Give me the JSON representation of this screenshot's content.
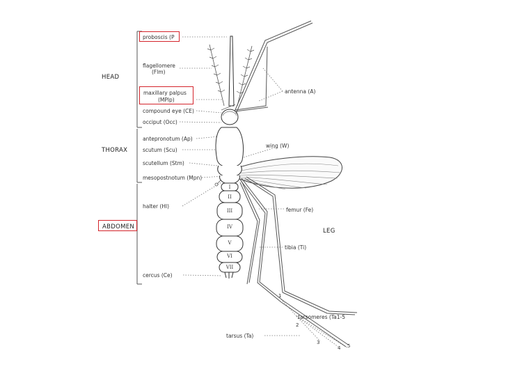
{
  "regions": {
    "head": "HEAD",
    "thorax": "THORAX",
    "abdomen": "ABDOMEN",
    "leg": "LEG"
  },
  "labels": {
    "proboscis": "proboscis (P",
    "flagellomere": "flagellomere",
    "flagellomere_abbr": "(Flm)",
    "maxillary_palpus": "maxillary palpus",
    "maxillary_palpus_abbr": "(MPlp)",
    "compound_eye": "compound eye (CE)",
    "occiput": "occiput (Occ)",
    "antepronotum": "antepronotum (Ap)",
    "scutum": "scutum (Scu)",
    "scutellum": "scutellum (Stm)",
    "mesopostnotum": "mesopostnotum (Mpn)",
    "halter": "halter (Hl)",
    "cercus": "cercus (Ce)",
    "antenna": "antenna (A)",
    "wing": "wing (W)",
    "femur": "femur (Fe)",
    "tibia": "tibia (Ti)",
    "tarsomeres": "tarsomeres (Ta1-5",
    "tarsus": "tarsus (Ta)"
  },
  "segments": [
    "I",
    "II",
    "III",
    "IV",
    "V",
    "VI",
    "VII"
  ],
  "tarsomere_numbers": [
    "1",
    "2",
    "3",
    "4",
    "5"
  ],
  "highlight_color": "#d4242b"
}
